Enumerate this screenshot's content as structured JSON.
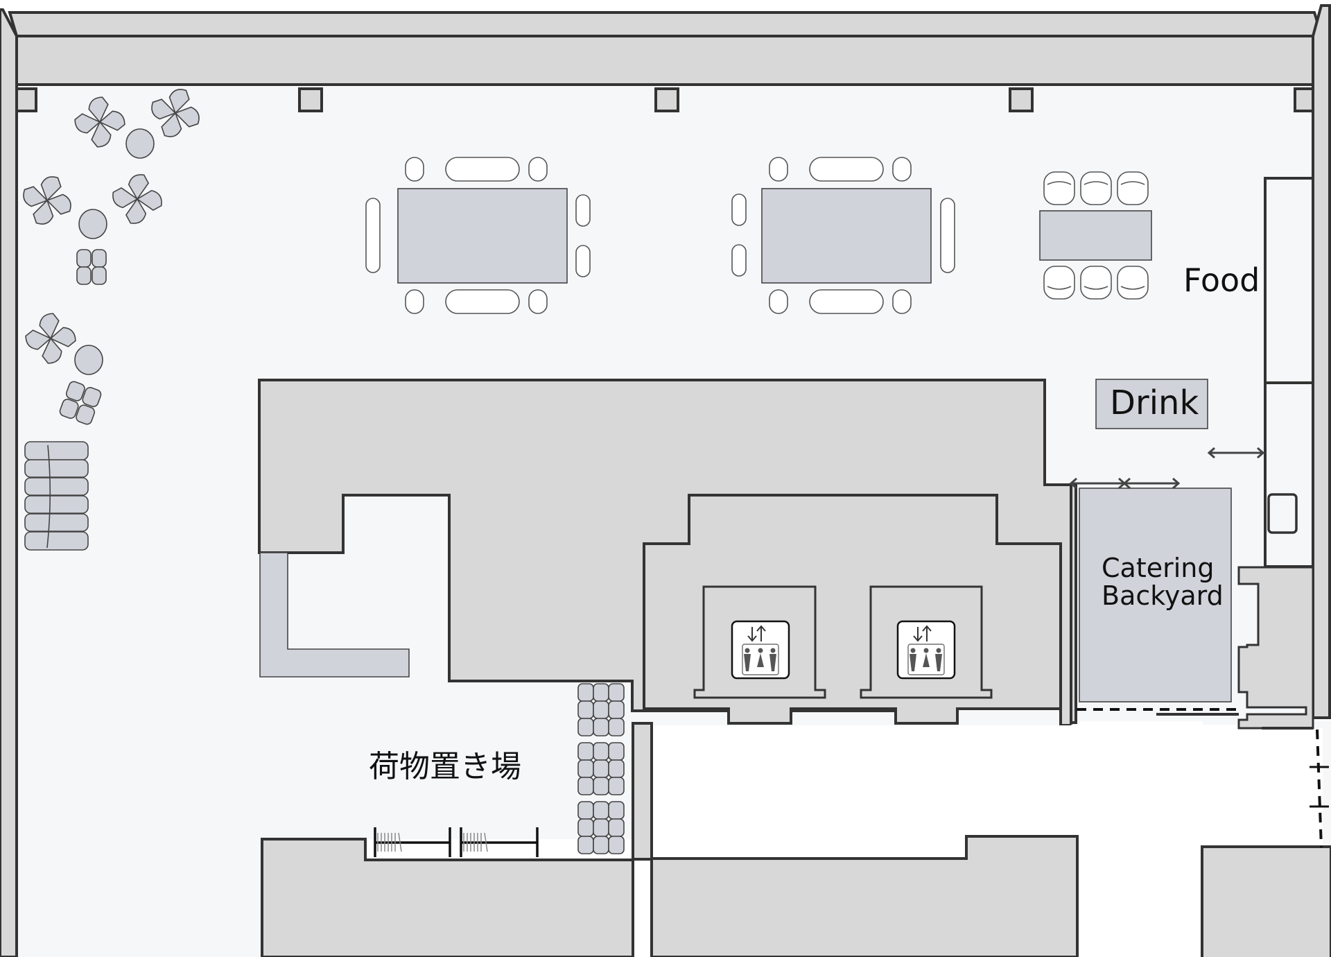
{
  "floorplan": {
    "labels": {
      "food": "Food",
      "drink": "Drink",
      "catering_line1": "Catering",
      "catering_line2": "Backyard",
      "luggage_area": "荷物置き場"
    },
    "icons": {
      "elevator_left": "elevator-icon",
      "elevator_right": "elevator-icon",
      "elevator_arrows": "↓↑"
    },
    "colors": {
      "wall_fill": "#d8d8d8",
      "wall_stroke": "#333333",
      "floor": "#f6f7f9",
      "furniture": "#d0d3da",
      "chair": "#ffffff",
      "outside": "#ffffff"
    },
    "furniture": {
      "dining_tables": 3,
      "lounge_tables": 3,
      "sofa_segments": 6,
      "stacked_chair_groups": 3,
      "coat_racks": 2
    }
  }
}
